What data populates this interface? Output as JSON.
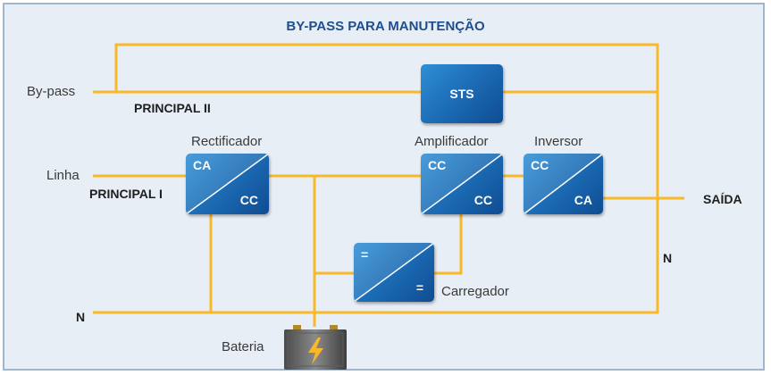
{
  "title": "BY-PASS PARA MANUTENÇÃO",
  "labels": {
    "bypass": "By-pass",
    "principal_ii": "PRINCIPAL II",
    "linha": "Linha",
    "principal_i": "PRINCIPAL I",
    "n_left": "N",
    "n_right": "N",
    "saida": "SAÍDA",
    "bateria": "Bateria",
    "carregador": "Carregador"
  },
  "blocks": {
    "sts": {
      "label": "STS"
    },
    "rectificador": {
      "name": "Rectificador",
      "in": "CA",
      "out": "CC"
    },
    "amplificador": {
      "name": "Amplificador",
      "in": "CC",
      "out": "CC"
    },
    "inversor": {
      "name": "Inversor",
      "in": "CC",
      "out": "CA"
    },
    "carregador": {
      "in": "=",
      "out": "="
    }
  },
  "colors": {
    "wire": "#f7b829",
    "block": "#1d6fb8",
    "title": "#1f4e8c",
    "background": "#e8eef5"
  }
}
